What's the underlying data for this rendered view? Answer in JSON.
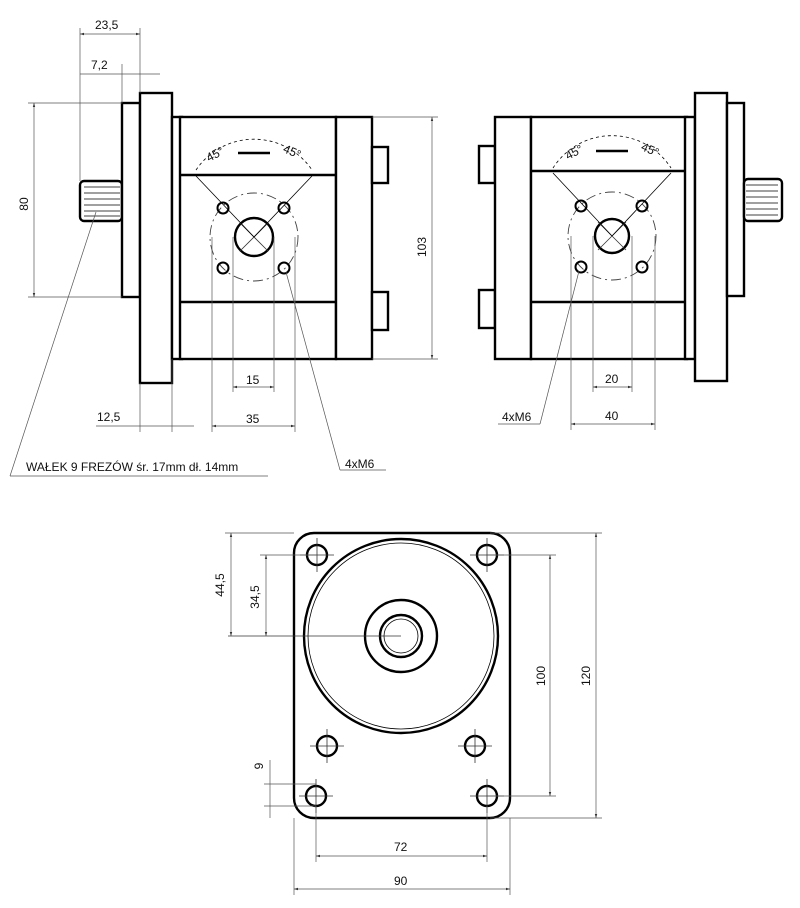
{
  "left_view": {
    "dim_23_5": "23,5",
    "dim_7_2": "7,2",
    "dim_80": "80",
    "dim_103": "103",
    "dim_15": "15",
    "dim_12_5": "12,5",
    "dim_35": "35",
    "angle_left": "45°",
    "angle_right": "45°",
    "thread_label": "4xM6",
    "shaft_label": "WAŁEK 9 FREZÓW  śr. 17mm dł. 14mm"
  },
  "right_view": {
    "dim_20": "20",
    "dim_40": "40",
    "angle_left": "45°",
    "angle_right": "45°",
    "thread_label": "4xM6"
  },
  "front_view": {
    "dim_44_5": "44,5",
    "dim_34_5": "34,5",
    "dim_9": "9",
    "dim_100": "100",
    "dim_120": "120",
    "dim_72": "72",
    "dim_90": "90"
  }
}
